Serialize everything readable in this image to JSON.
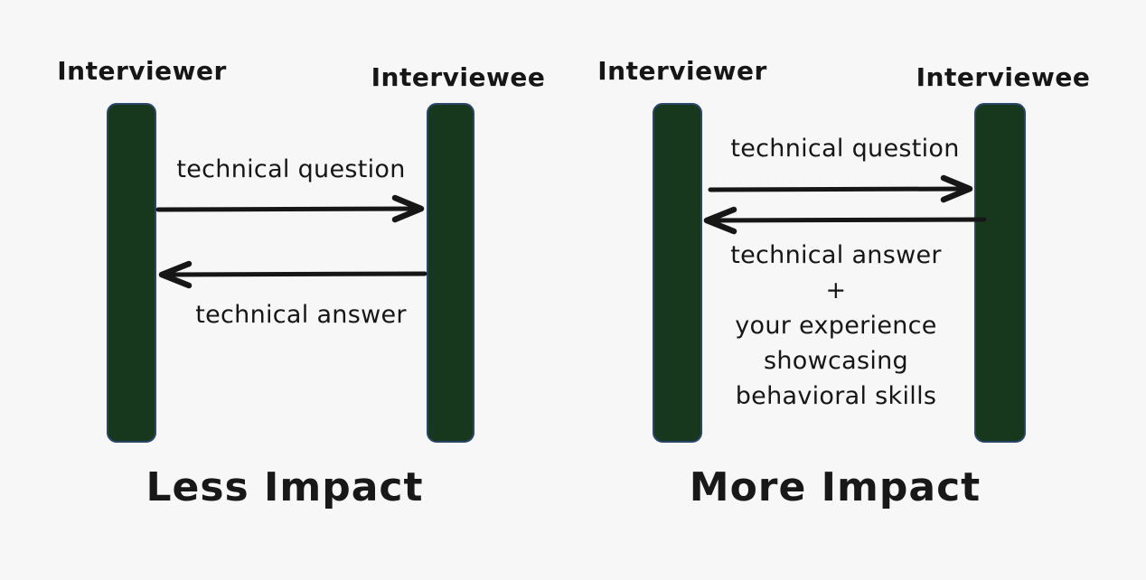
{
  "colors": {
    "background": "#f7f7f7",
    "lifeline_fill": "#18381d",
    "lifeline_border": "#2b4668",
    "ink": "#161616"
  },
  "left_panel": {
    "actor_left": "Interviewer",
    "actor_right": "Interviewee",
    "question_label": "technical question",
    "answer_label": "technical answer",
    "title": "Less Impact"
  },
  "right_panel": {
    "actor_left": "Interviewer",
    "actor_right": "Interviewee",
    "question_label": "technical question",
    "answer_lines": {
      "0": "technical answer",
      "1": "+",
      "2": "your experience",
      "3": "showcasing",
      "4": "behavioral skills"
    },
    "title": "More Impact"
  }
}
